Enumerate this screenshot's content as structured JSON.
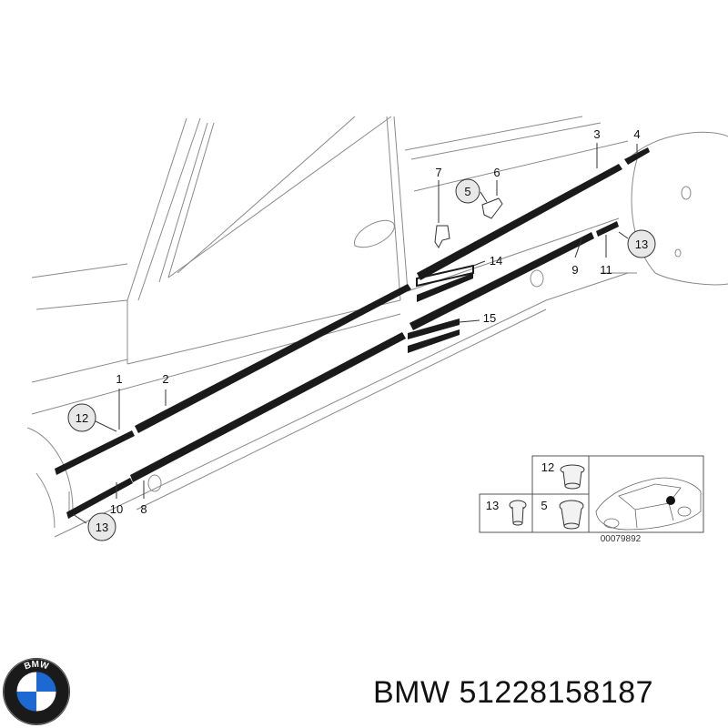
{
  "callouts": {
    "c1": "1",
    "c2": "2",
    "c3": "3",
    "c4": "4",
    "c5": "5",
    "c6": "6",
    "c7": "7",
    "c8": "8",
    "c9": "9",
    "c10": "10",
    "c11": "11",
    "c12": "12",
    "c13a": "13",
    "c13b": "13",
    "c14": "14",
    "c15": "15"
  },
  "inset": {
    "label_12": "12",
    "label_13": "13",
    "label_5": "5",
    "reference_code": "00079892"
  },
  "caption": {
    "brand": "BMW",
    "part_number": "51228158187"
  },
  "logo": {
    "name": "bmw-roundel",
    "text": "BMW",
    "colors": {
      "blue": "#1c69d4",
      "white": "#ffffff",
      "ring": "#111111"
    }
  }
}
